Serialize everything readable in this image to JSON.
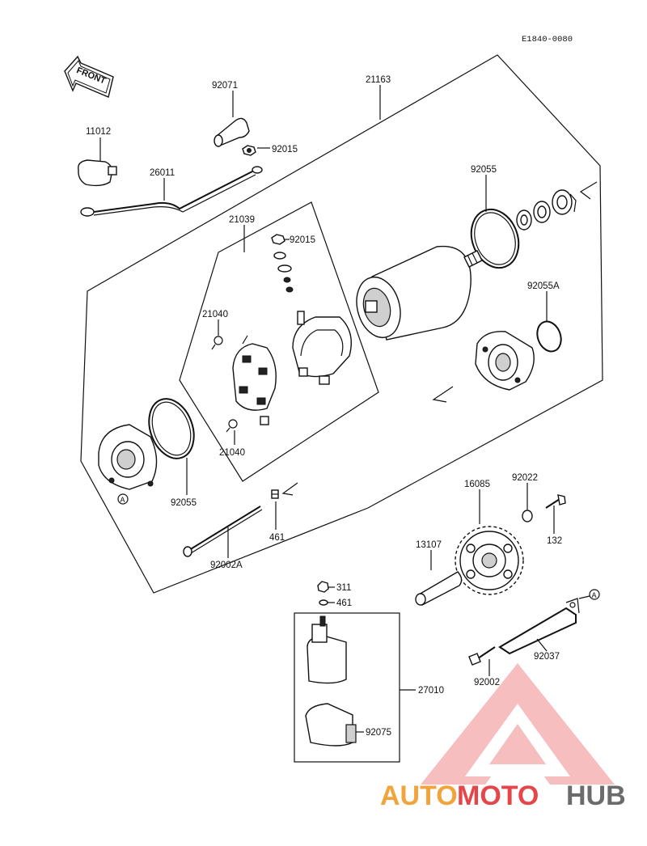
{
  "diagram_code": "E1840-0080",
  "front_tag": "FRONT",
  "ref_marker": "A",
  "labels": {
    "p92071": "92071",
    "p21163": "21163",
    "p11012": "11012",
    "p92015a": "92015",
    "p26011": "26011",
    "p92055a": "92055",
    "p21039": "21039",
    "p92015b": "92015",
    "p92055A": "92055A",
    "p21040a": "21040",
    "p21040b": "21040",
    "p92055b": "92055",
    "p461a": "461",
    "p92002A": "92002A",
    "p16085": "16085",
    "p92022": "92022",
    "p132": "132",
    "p13107": "13107",
    "p311": "311",
    "p461b": "461",
    "p27010": "27010",
    "p92037": "92037",
    "p92002": "92002",
    "p92075": "92075"
  },
  "watermark": {
    "part1": "AUTO",
    "part2": "MOTO",
    "part3": "HUB",
    "colors": {
      "orange": "#f2a33a",
      "red": "#e4464a",
      "gray": "#6b6b6b"
    }
  }
}
